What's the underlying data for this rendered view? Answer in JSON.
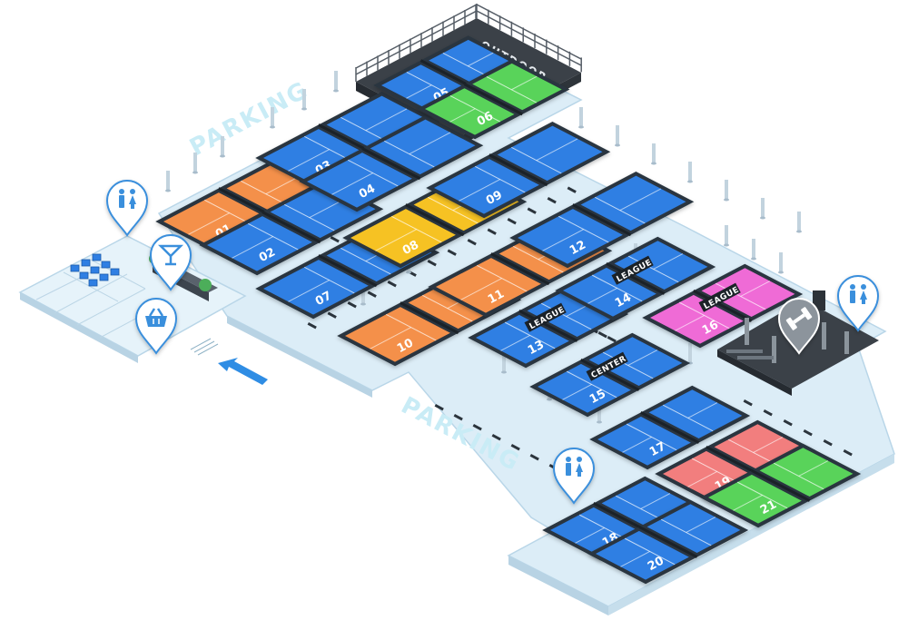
{
  "labels": {
    "parking_top": "PARKING",
    "parking_bottom": "PARKING",
    "outdoor": "OUTDOOR"
  },
  "courts": [
    {
      "num": "01",
      "color": "orange"
    },
    {
      "num": "02",
      "color": "blue"
    },
    {
      "num": "03",
      "color": "blue"
    },
    {
      "num": "04",
      "color": "blue"
    },
    {
      "num": "05",
      "color": "blue"
    },
    {
      "num": "06",
      "color": "green"
    },
    {
      "num": "07",
      "color": "blue"
    },
    {
      "num": "08",
      "color": "yellow"
    },
    {
      "num": "09",
      "color": "blue"
    },
    {
      "num": "10",
      "color": "orange"
    },
    {
      "num": "11",
      "color": "orange"
    },
    {
      "num": "12",
      "color": "blue"
    },
    {
      "num": "13",
      "color": "blue",
      "tag": "LEAGUE"
    },
    {
      "num": "14",
      "color": "blue",
      "tag": "LEAGUE"
    },
    {
      "num": "15",
      "color": "blue",
      "tag": "CENTER"
    },
    {
      "num": "16",
      "color": "pink",
      "tag": "LEAGUE"
    },
    {
      "num": "17",
      "color": "blue"
    },
    {
      "num": "18",
      "color": "blue"
    },
    {
      "num": "19",
      "color": "salmon"
    },
    {
      "num": "20",
      "color": "blue"
    },
    {
      "num": "21",
      "color": "green"
    }
  ],
  "pins": [
    {
      "id": "restroom-pin-entrance",
      "icon": "restroom-icon"
    },
    {
      "id": "bar-pin",
      "icon": "cocktail-icon"
    },
    {
      "id": "shop-pin",
      "icon": "basket-icon"
    },
    {
      "id": "gym-pin",
      "icon": "dumbbell-icon"
    },
    {
      "id": "restroom-pin-gym",
      "icon": "restroom-icon"
    },
    {
      "id": "restroom-pin-south",
      "icon": "restroom-icon"
    }
  ],
  "colors": {
    "blue": "#2f7fe3",
    "orange": "#f4904a",
    "yellow": "#f6c223",
    "green": "#59d35a",
    "pink": "#ef6bd6",
    "salmon": "#f27e7e",
    "floor": "#dcedf7",
    "outline": "#29363f",
    "pin": "#3a8fdc"
  }
}
